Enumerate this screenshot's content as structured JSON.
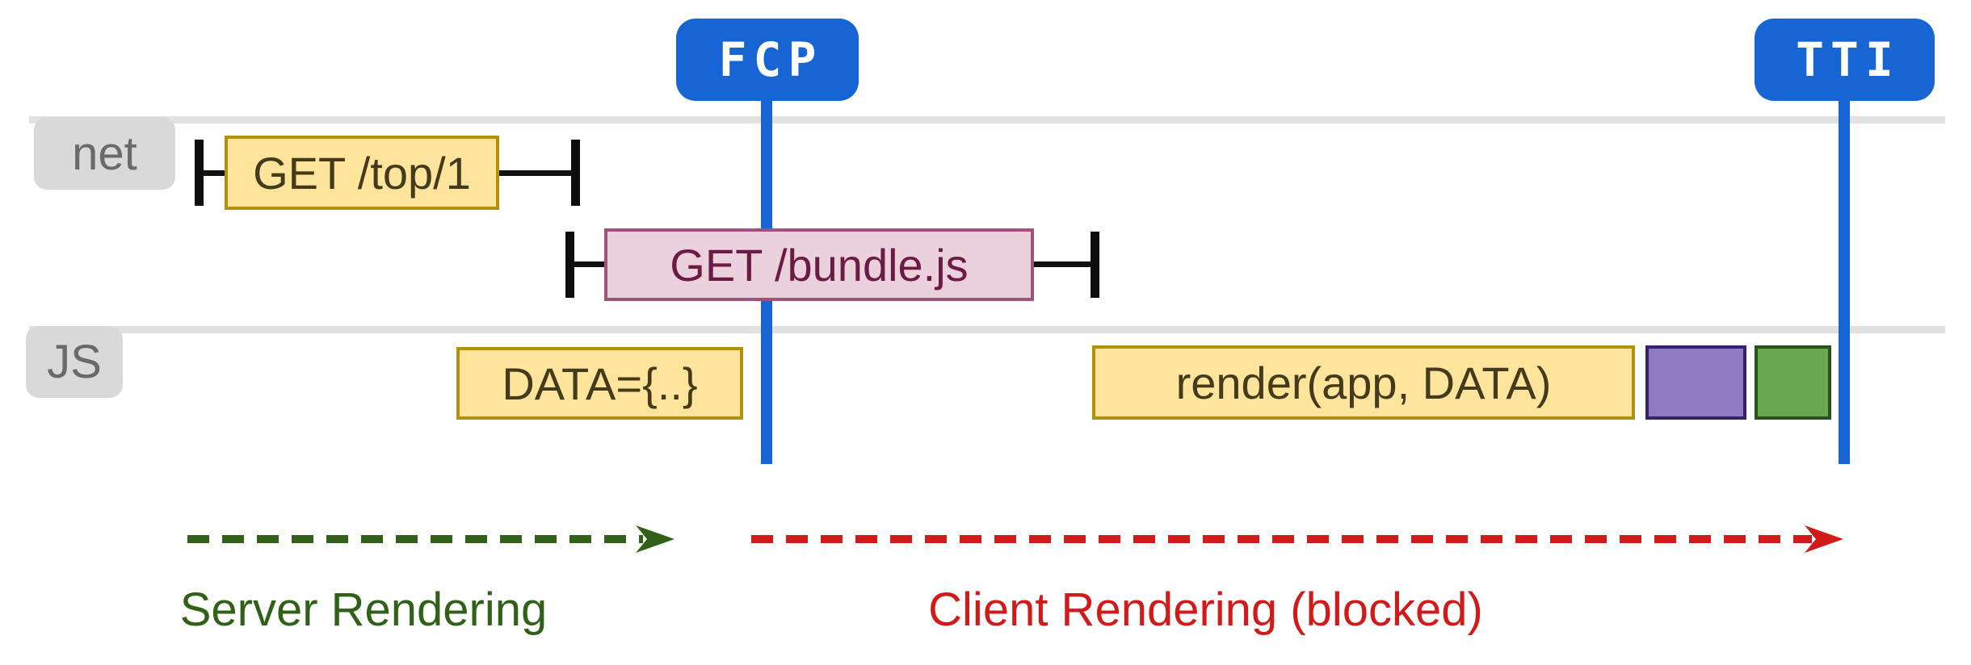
{
  "diagram": {
    "lanes": [
      {
        "label": "net"
      },
      {
        "label": "JS"
      }
    ],
    "markers": [
      {
        "label": "FCP"
      },
      {
        "label": "TTI"
      }
    ],
    "network_requests": [
      {
        "label": "GET /top/1"
      },
      {
        "label": "GET /bundle.js"
      }
    ],
    "js_tasks": [
      {
        "label": "DATA={..}"
      },
      {
        "label": "render(app, DATA)"
      },
      {
        "label": ""
      },
      {
        "label": ""
      }
    ],
    "phases": [
      {
        "label": "Server Rendering"
      },
      {
        "label": "Client Rendering (blocked)"
      }
    ],
    "colors": {
      "marker_blue": "#1764d4",
      "task_yellow_fill": "#ffe49c",
      "task_yellow_border": "#b3910c",
      "request_pink_fill": "#ead1dc",
      "request_pink_border": "#a0527c",
      "block_purple_fill": "#8e7cc3",
      "block_purple_border": "#38206e",
      "block_green_fill": "#6aa84f",
      "block_green_border": "#2b511c",
      "lane_line_gray": "#e1e1e1",
      "lane_label_bg": "#d9d9d9",
      "lane_label_text": "#6a6a6a",
      "whisker_black": "#0d0d0d",
      "server_phase_green": "#316018",
      "client_phase_red": "#d11b1b"
    }
  }
}
